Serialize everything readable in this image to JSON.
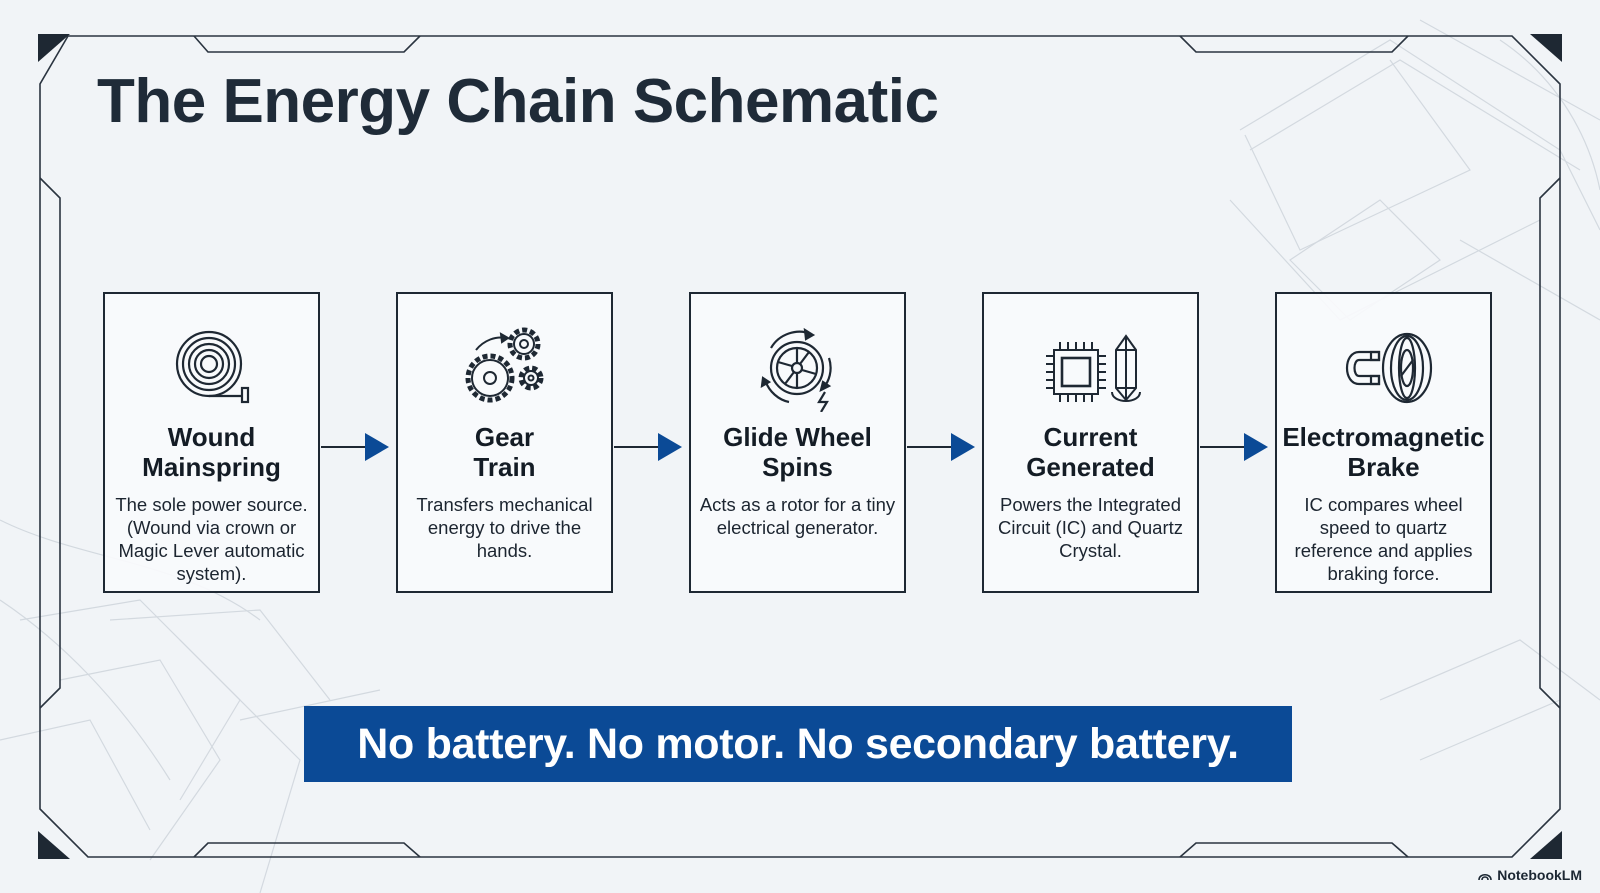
{
  "title": "The Energy Chain Schematic",
  "steps": [
    {
      "heading": [
        "Wound",
        "Mainspring"
      ],
      "description": "The sole power source. (Wound via crown or Magic Lever automatic system).",
      "icon": "mainspring-coil-icon"
    },
    {
      "heading": [
        "Gear",
        "Train"
      ],
      "description": "Transfers mechanical energy to drive the hands.",
      "icon": "gears-icon"
    },
    {
      "heading": [
        "Glide Wheel",
        "Spins"
      ],
      "description": "Acts as a rotor for a tiny electrical generator.",
      "icon": "spinning-wheel-icon"
    },
    {
      "heading": [
        "Current",
        "Generated"
      ],
      "description": "Powers the Integrated Circuit (IC) and Quartz Crystal.",
      "icon": "chip-crystal-icon"
    },
    {
      "heading": [
        "Electromagnetic",
        "Brake"
      ],
      "description": "IC compares wheel speed to quartz reference and applies braking force.",
      "icon": "magnet-field-icon"
    }
  ],
  "banner": "No battery. No motor. No secondary battery.",
  "brand": "NotebookLM",
  "colors": {
    "accent": "#0b4a96",
    "ink": "#1e2833",
    "background": "#f1f4f7"
  }
}
